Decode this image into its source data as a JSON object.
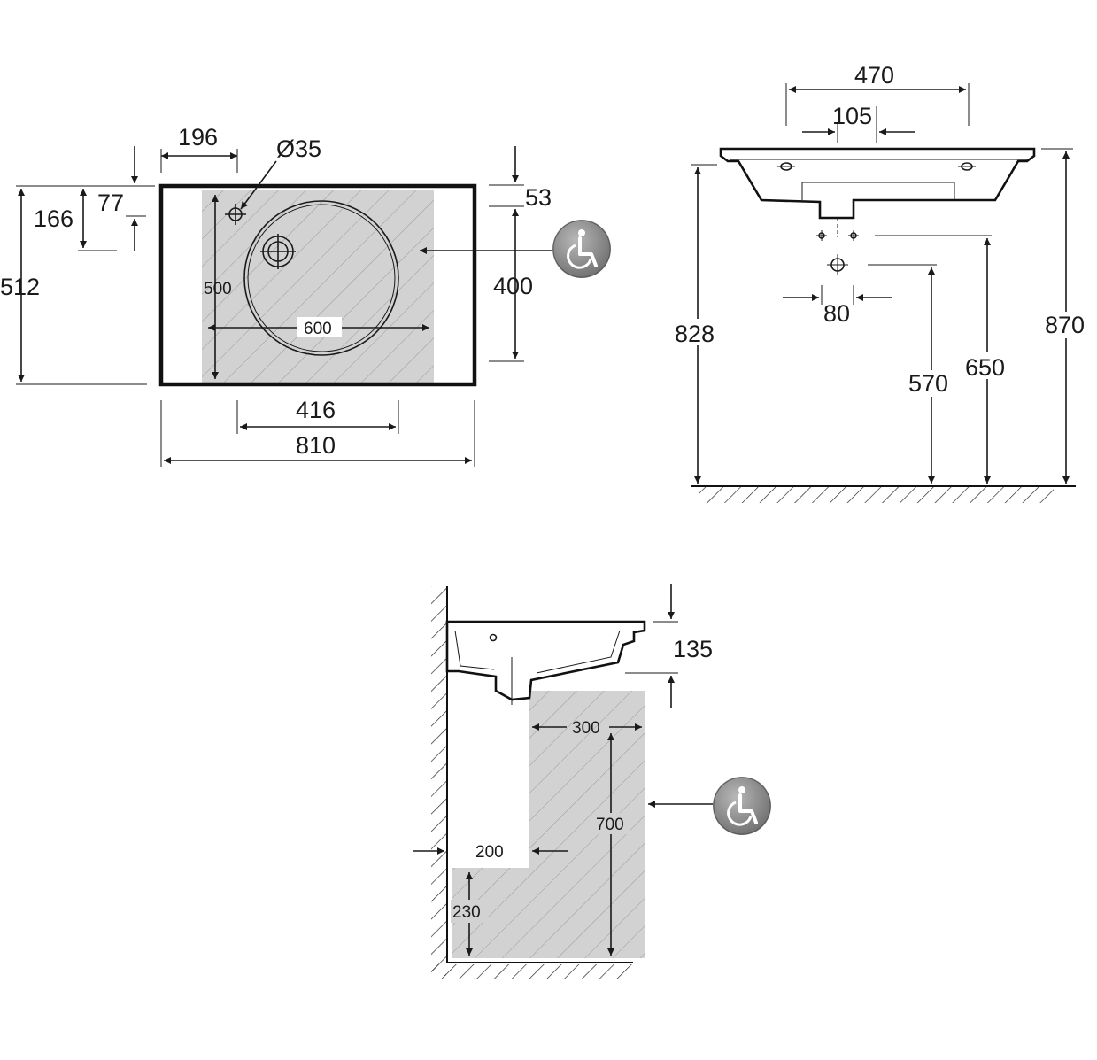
{
  "colors": {
    "line": "#1a1a1a",
    "accessible_zone": "#d2d2d2",
    "badge_dark": "#6e6e6e",
    "badge_light": "#b8b8b8"
  },
  "icons": {
    "accessibility": "wheelchair-icon"
  },
  "top_view": {
    "dims": {
      "d196": "196",
      "d35": "Ø35",
      "d77": "77",
      "d166": "166",
      "d512": "512",
      "d53": "53",
      "d400": "400",
      "d500": "500",
      "d600": "600",
      "d416": "416",
      "d810": "810"
    }
  },
  "front_view": {
    "dims": {
      "d470": "470",
      "d105": "105",
      "d828": "828",
      "d80": "80",
      "d570": "570",
      "d650": "650",
      "d870": "870"
    }
  },
  "side_view": {
    "dims": {
      "d135": "135",
      "d300": "300",
      "d700": "700",
      "d200": "200",
      "d230": "230"
    }
  }
}
